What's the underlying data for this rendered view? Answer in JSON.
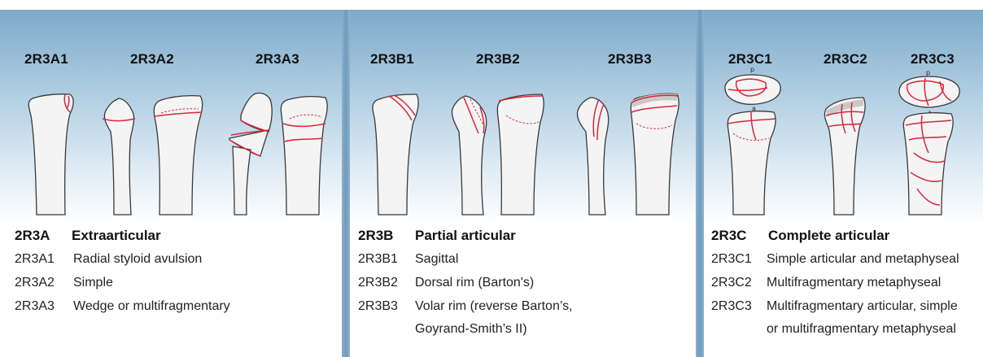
{
  "groups": [
    {
      "code": "2R3A",
      "title": "Extraarticular",
      "subtypes": [
        "2R3A1",
        "2R3A2",
        "2R3A3"
      ],
      "rows": [
        {
          "code": "2R3A1",
          "desc": "Radial styloid avulsion"
        },
        {
          "code": "2R3A2",
          "desc": "Simple"
        },
        {
          "code": "2R3A3",
          "desc": "Wedge or multifragmentary"
        }
      ]
    },
    {
      "code": "2R3B",
      "title": "Partial articular",
      "subtypes": [
        "2R3B1",
        "2R3B2",
        "2R3B3"
      ],
      "rows": [
        {
          "code": "2R3B1",
          "desc": "Sagittal"
        },
        {
          "code": "2R3B2",
          "desc": "Dorsal rim (Barton's)"
        },
        {
          "code": "2R3B3",
          "desc": "Volar rim (reverse Barton’s,"
        },
        {
          "code": "",
          "desc": "Goyrand-Smith’s II)"
        }
      ]
    },
    {
      "code": "2R3C",
      "title": "Complete articular",
      "subtypes": [
        "2R3C1",
        "2R3C2",
        "2R3C3"
      ],
      "rows": [
        {
          "code": "2R3C1",
          "desc": "Simple articular and metaphyseal"
        },
        {
          "code": "2R3C2",
          "desc": "Multifragmentary metaphyseal"
        },
        {
          "code": "2R3C3",
          "desc": "Multifragmentary articular, simple"
        },
        {
          "code": "",
          "desc": "or multifragmentary metaphyseal"
        }
      ]
    }
  ],
  "view_labels": {
    "p": "p",
    "a": "a"
  },
  "colors": {
    "fracture_line": "#d9263b",
    "divider": "#6f9bbd",
    "bone_fill": "#f4f4f4"
  }
}
